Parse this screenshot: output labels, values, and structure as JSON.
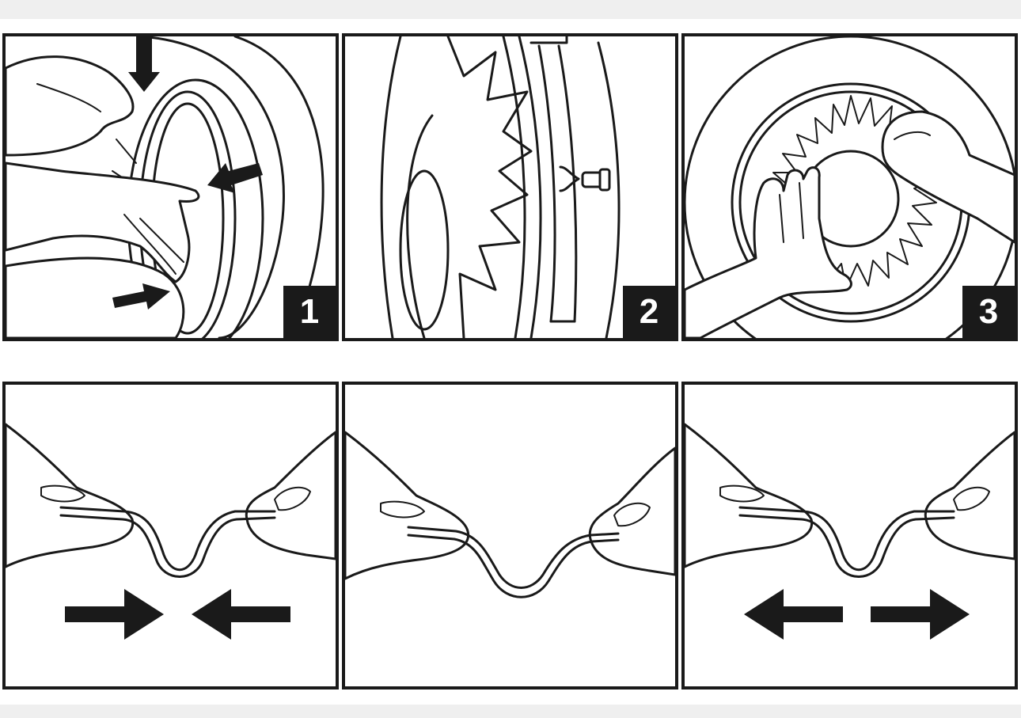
{
  "panels": [
    {
      "step_label": "1",
      "icon": "hand-fitting-cover-icon"
    },
    {
      "step_label": "2",
      "icon": "valve-notch-detail-icon"
    },
    {
      "step_label": "3",
      "icon": "hand-pressing-cover-icon"
    },
    {
      "step_label": "",
      "icon": "ring-squeeze-icon",
      "arrow_direction": "inward"
    },
    {
      "step_label": "",
      "icon": "ring-neutral-icon",
      "arrow_direction": "none"
    },
    {
      "step_label": "",
      "icon": "ring-stretch-icon",
      "arrow_direction": "outward"
    }
  ],
  "colors": {
    "ink": "#1a1a1a",
    "paper": "#ffffff",
    "band": "#efefef"
  }
}
